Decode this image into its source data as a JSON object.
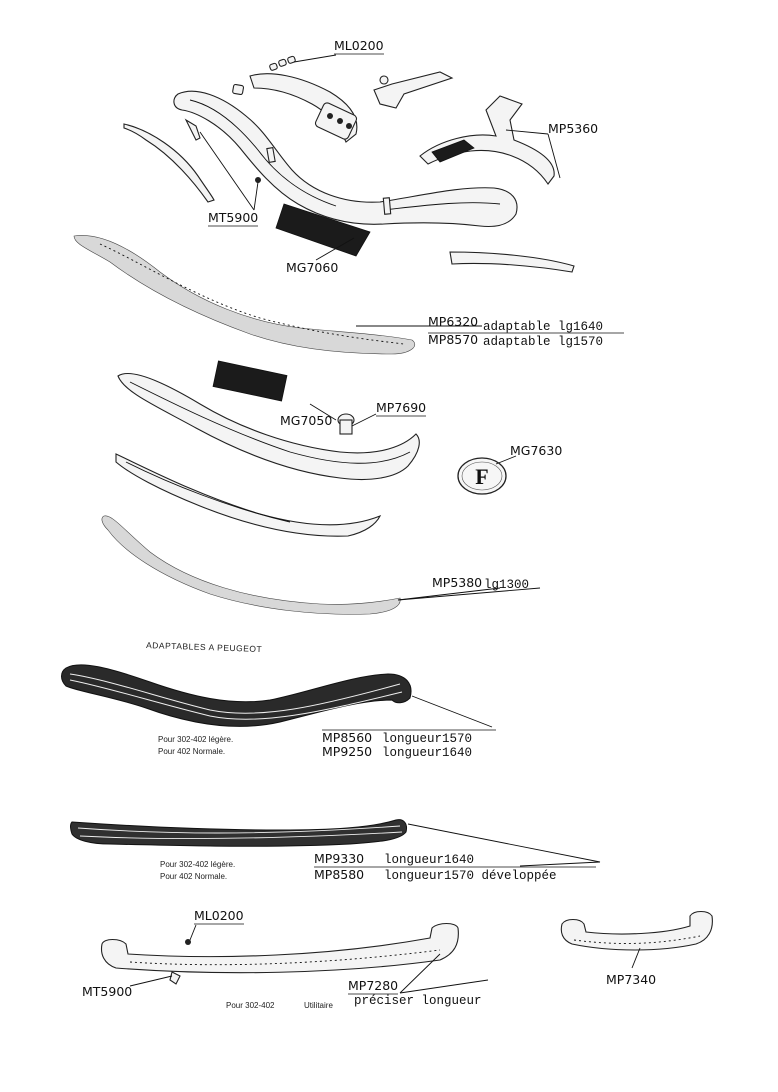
{
  "diagram": {
    "heading": "ADAPTABLES A PEUGEOT",
    "codes": {
      "ml0200_top": "ML0200",
      "mp5360": "MP5360",
      "mt5900_top": "MT5900",
      "mg7060": "MG7060",
      "mp6320": "MP6320",
      "mp6320_desc": "adaptable lg1640",
      "mp8570": "MP8570",
      "mp8570_desc": "adaptable lg1570",
      "mp7690": "MP7690",
      "mg7050": "MG7050",
      "mg7630": "MG7630",
      "mp5380": "MP5380",
      "mp5380_desc": "lg1300",
      "mp8560": "MP8560",
      "mp8560_desc": "longueur1570",
      "mp9250": "MP9250",
      "mp9250_desc": "longueur1640",
      "mp9330": "MP9330",
      "mp9330_desc": "longueur1640",
      "mp8580": "MP8580",
      "mp8580_desc": "longueur1570 développée",
      "ml0200_bottom": "ML0200",
      "mt5900_bottom": "MT5900",
      "mp7280": "MP7280",
      "mp7280_desc": "préciser longueur",
      "mp7340": "MP7340"
    },
    "notes": {
      "bumper1_line1": "Pour 302-402 légère.",
      "bumper1_line2": "Pour 402 Normale.",
      "bumper2_line1": "Pour 302-402 légère.",
      "bumper2_line2": "Pour 402 Normale.",
      "bumper3_line1": "Pour 302-402",
      "bumper3_line2": "Utilitaire"
    },
    "badge_letter": "F"
  }
}
